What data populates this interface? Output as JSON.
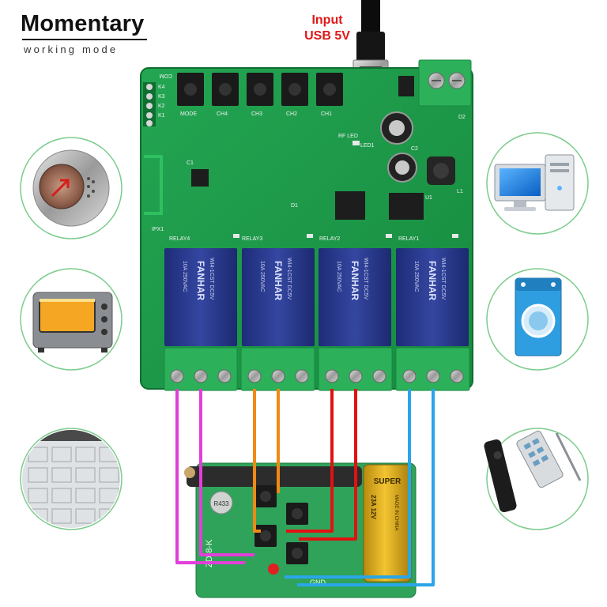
{
  "header": {
    "title": "Momentary",
    "subtitle": "working mode"
  },
  "power_input": {
    "line1": "Input",
    "line2": "USB 5V"
  },
  "board": {
    "silkscreen": [
      "COM",
      "K4",
      "K3",
      "K2",
      "K1",
      "MODE",
      "CH4",
      "CH3",
      "CH2",
      "CH1",
      "RF LED",
      "D1",
      "D2",
      "LED1",
      "U1",
      "L1",
      "C1",
      "C2",
      "RELAY4",
      "RELAY3",
      "RELAY2",
      "RELAY1",
      "IPX1"
    ],
    "relays": [
      {
        "brand": "FANHAR",
        "model": "WI4-1CST DC5V",
        "rating": "10A 250VAC"
      },
      {
        "brand": "FANHAR",
        "model": "WI4-1CST DC5V",
        "rating": "10A 250VAC"
      },
      {
        "brand": "FANHAR",
        "model": "WI4-1CST DC5V",
        "rating": "10A 250VAC"
      },
      {
        "brand": "FANHAR",
        "model": "WI4-1CST DC5V",
        "rating": "10A 250VAC"
      }
    ]
  },
  "remote": {
    "battery_brand": "SUPER",
    "battery_label": "MADE IN CHINA",
    "battery_side": "23A 12V",
    "board_code": "ZD-8-K",
    "chip": "R433",
    "gnd": "GND"
  },
  "devices_left": [
    "elevator-button",
    "toaster-oven",
    "garage-door"
  ],
  "devices_right": [
    "desktop-computer",
    "washing-machine",
    "rf-remote-control"
  ],
  "colors": {
    "board_green": "#1f9a4a",
    "relay_blue": "#2a3a8c",
    "terminal_green": "#2cb05a",
    "wire_magenta": "#e23fd8",
    "wire_orange": "#f08a16",
    "wire_red": "#e01212",
    "wire_blue": "#2aa6e8",
    "circle_border": "#7ccc8c"
  }
}
